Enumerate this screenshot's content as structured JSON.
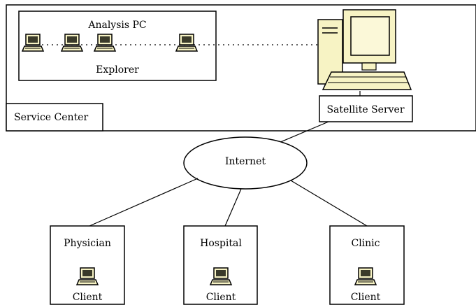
{
  "service_center": {
    "label": "Service Center",
    "analysis_box": {
      "title": "Analysis PC",
      "subtitle": "Explorer"
    },
    "satellite_server": {
      "label": "Satellite Server"
    }
  },
  "network": {
    "label": "Internet"
  },
  "sites": [
    {
      "label": "Physician",
      "client_label": "Client"
    },
    {
      "label": "Hospital",
      "client_label": "Client"
    },
    {
      "label": "Clinic",
      "client_label": "Client"
    }
  ],
  "colors": {
    "computer_body": "#f7f3c4",
    "computer_screen": "#fbf8d8",
    "stroke": "#000000"
  },
  "icons": [
    "laptop-icon",
    "desktop-computer-icon"
  ]
}
